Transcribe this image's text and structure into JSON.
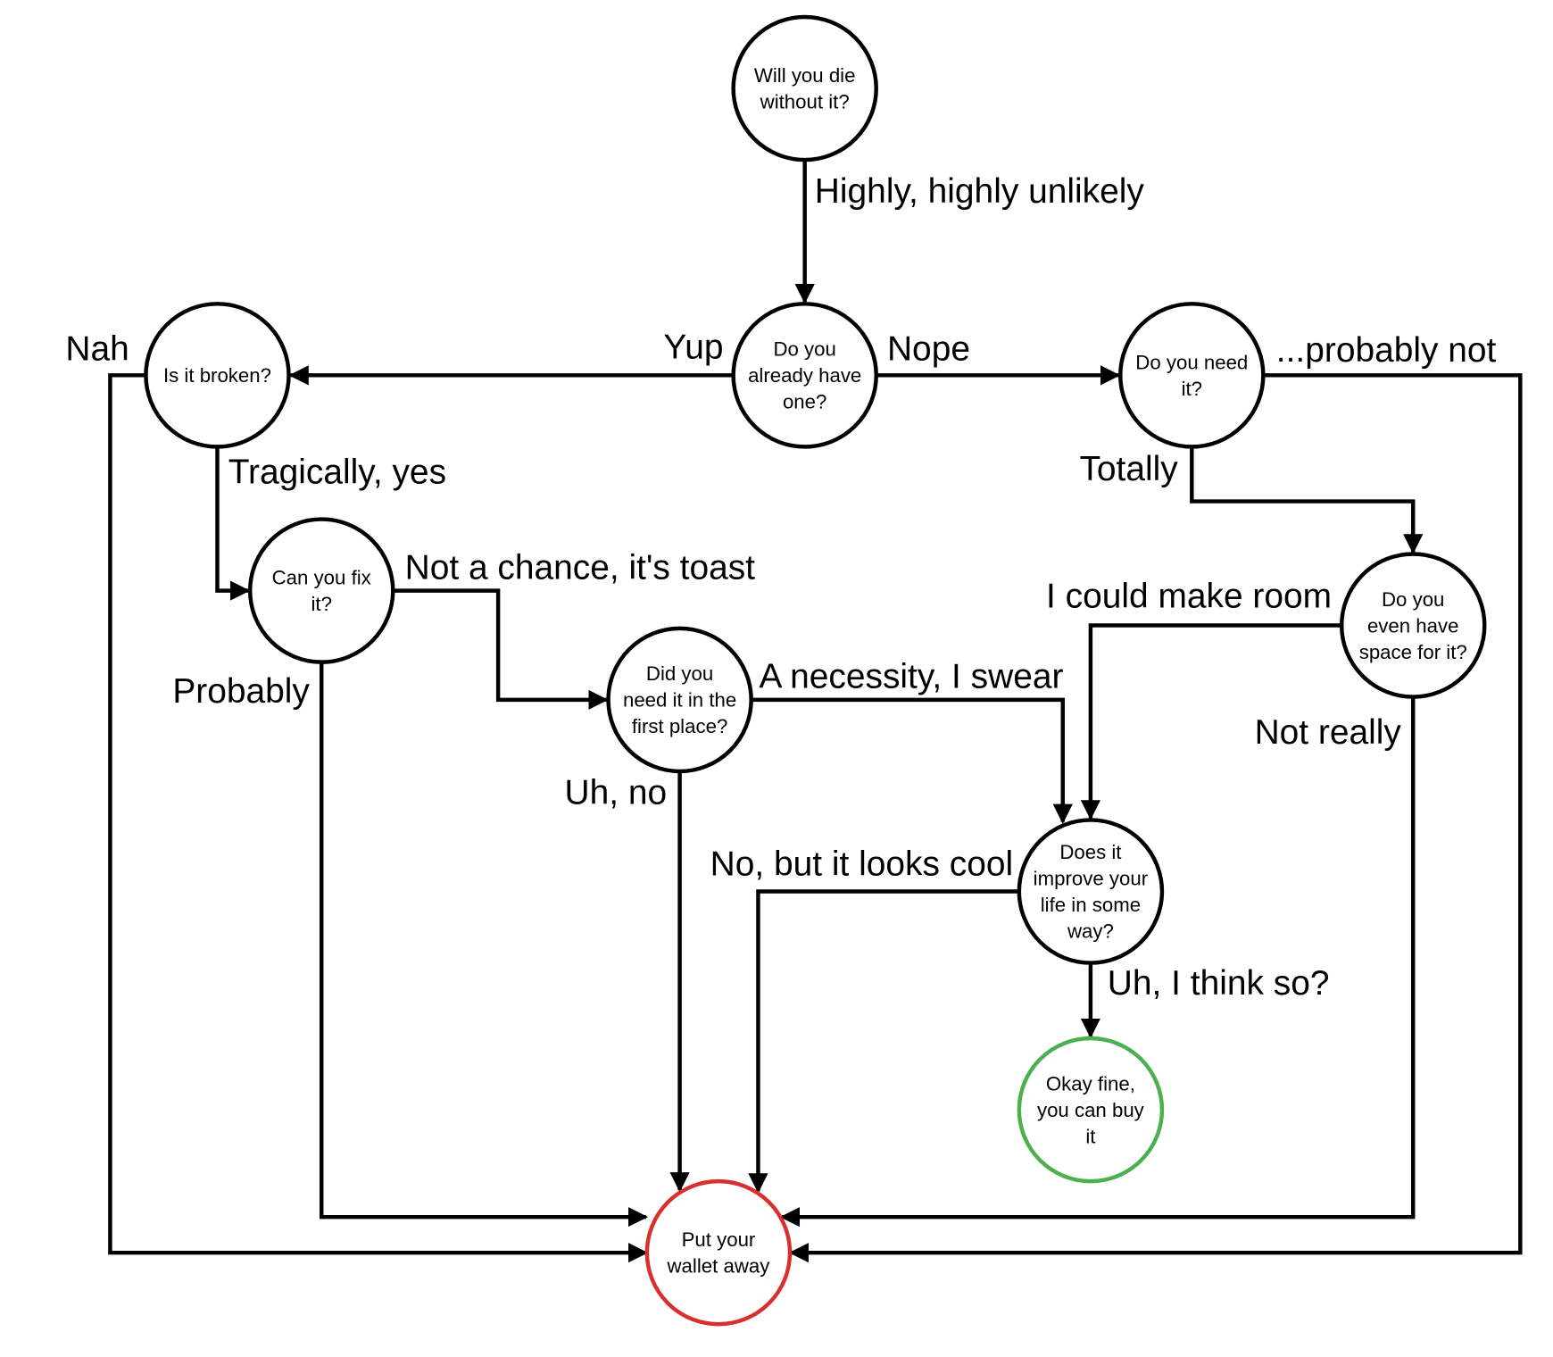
{
  "title": "Should you buy it? flowchart",
  "colors": {
    "line": "#000000",
    "stop": "#d9302e",
    "go": "#4caf50"
  },
  "nodes": {
    "die": {
      "lines": [
        "Will you die",
        "without it?"
      ]
    },
    "have": {
      "lines": [
        "Do you",
        "already have",
        "one?"
      ]
    },
    "broken": {
      "lines": [
        "Is it broken?"
      ]
    },
    "need": {
      "lines": [
        "Do you need",
        "it?"
      ]
    },
    "fix": {
      "lines": [
        "Can you fix",
        "it?"
      ]
    },
    "first": {
      "lines": [
        "Did you",
        "need it in the",
        "first place?"
      ]
    },
    "space": {
      "lines": [
        "Do you",
        "even have",
        "space for it?"
      ]
    },
    "improve": {
      "lines": [
        "Does it",
        "improve your",
        "life in some",
        "way?"
      ]
    },
    "buy": {
      "lines": [
        "Okay fine,",
        "you can buy",
        "it"
      ]
    },
    "wallet": {
      "lines": [
        "Put your",
        "wallet away"
      ]
    }
  },
  "edges": {
    "die_have": "Highly, highly unlikely",
    "have_broken": "Yup",
    "have_need": "Nope",
    "broken_wallet": "Nah",
    "broken_fix": "Tragically, yes",
    "need_wallet": "...probably not",
    "need_space": "Totally",
    "fix_first": "Not a chance, it's toast",
    "fix_wallet": "Probably",
    "space_improve": "I could make room",
    "space_wallet": "Not really",
    "first_improve": "A necessity, I swear",
    "first_wallet": "Uh, no",
    "improve_wallet": "No, but it looks cool",
    "improve_buy": "Uh, I think so?"
  }
}
